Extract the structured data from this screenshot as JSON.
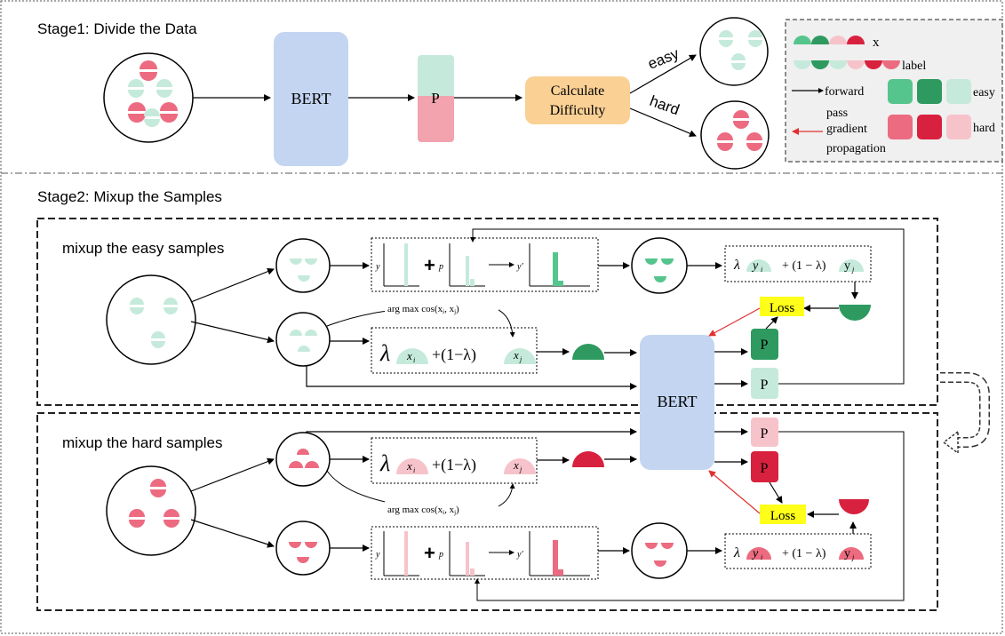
{
  "stage1": {
    "title": "Stage1: Divide the Data",
    "bert_label": "BERT",
    "p_label": "P",
    "calc_line1": "Calculate",
    "calc_line2": "Difficulty",
    "easy_label": "easy",
    "hard_label": "hard"
  },
  "legend": {
    "x_label": "x",
    "label_label": "label",
    "forward_line1": "forward",
    "forward_line2": "pass",
    "gradient_line1": "gradient",
    "gradient_line2": "propagation",
    "easy_label": "easy",
    "hard_label": "hard"
  },
  "stage2": {
    "title": "Stage2: Mixup the Samples",
    "easy_box_title": "mixup the easy samples",
    "hard_box_title": "mixup the hard samples",
    "bert_label": "BERT",
    "loss_label": "Loss",
    "p_label": "P",
    "argmax_text": "arg max cos(x",
    "argmax_sub_i": "i",
    "argmax_mid": ", x",
    "argmax_sub_j": "j",
    "argmax_end": ")",
    "formula": {
      "lambda": "λ",
      "x": "x",
      "y": "y",
      "sub_i": "i",
      "sub_j": "j",
      "plus_one_minus_lambda": "+ (1 − λ)",
      "plus_one_minus_lambda_serif": "+(1−λ)"
    },
    "chart_y": "y",
    "chart_p": "p",
    "chart_yprime": "y′"
  },
  "colors": {
    "easy_light": "#c5eadb",
    "easy_mid": "#56c58d",
    "easy_dark": "#2e9a60",
    "hard_light": "#f7c3cb",
    "hard_mid": "#ec6b80",
    "hard_dark": "#d8213e",
    "bert": "#c3d5f1",
    "calc": "#fad095",
    "loss": "#ffff19",
    "legend_bg": "#f0f0f0",
    "gradient_arrow": "#e03030"
  }
}
